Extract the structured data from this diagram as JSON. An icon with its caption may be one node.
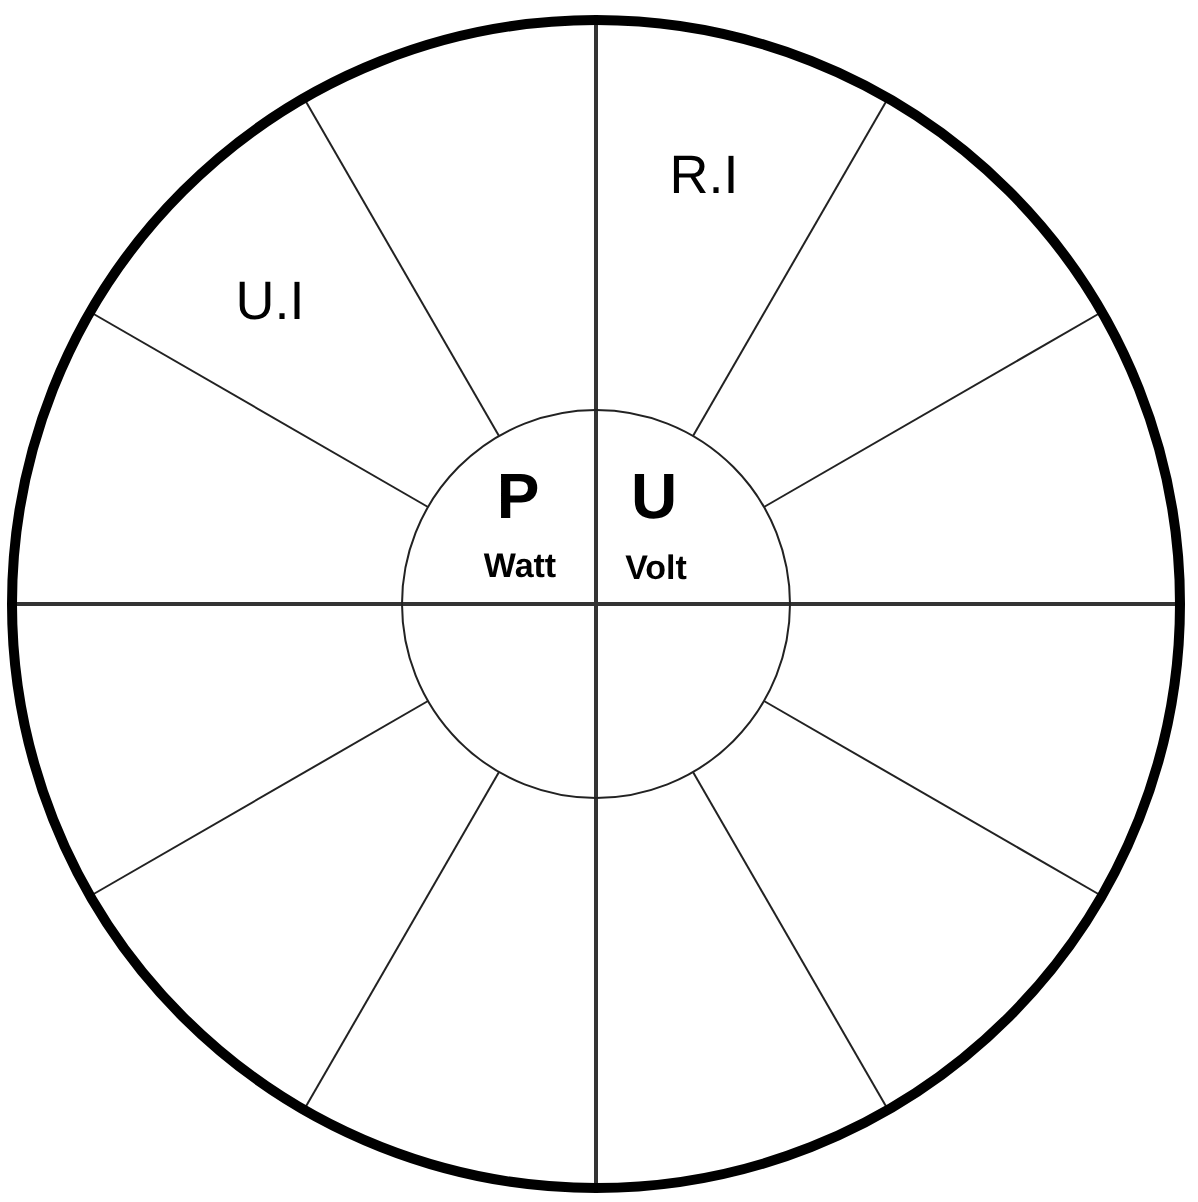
{
  "diagram": {
    "labels": [
      "R.I",
      "U.I",
      "P",
      "U",
      "Watt",
      "Volt"
    ]
  }
}
